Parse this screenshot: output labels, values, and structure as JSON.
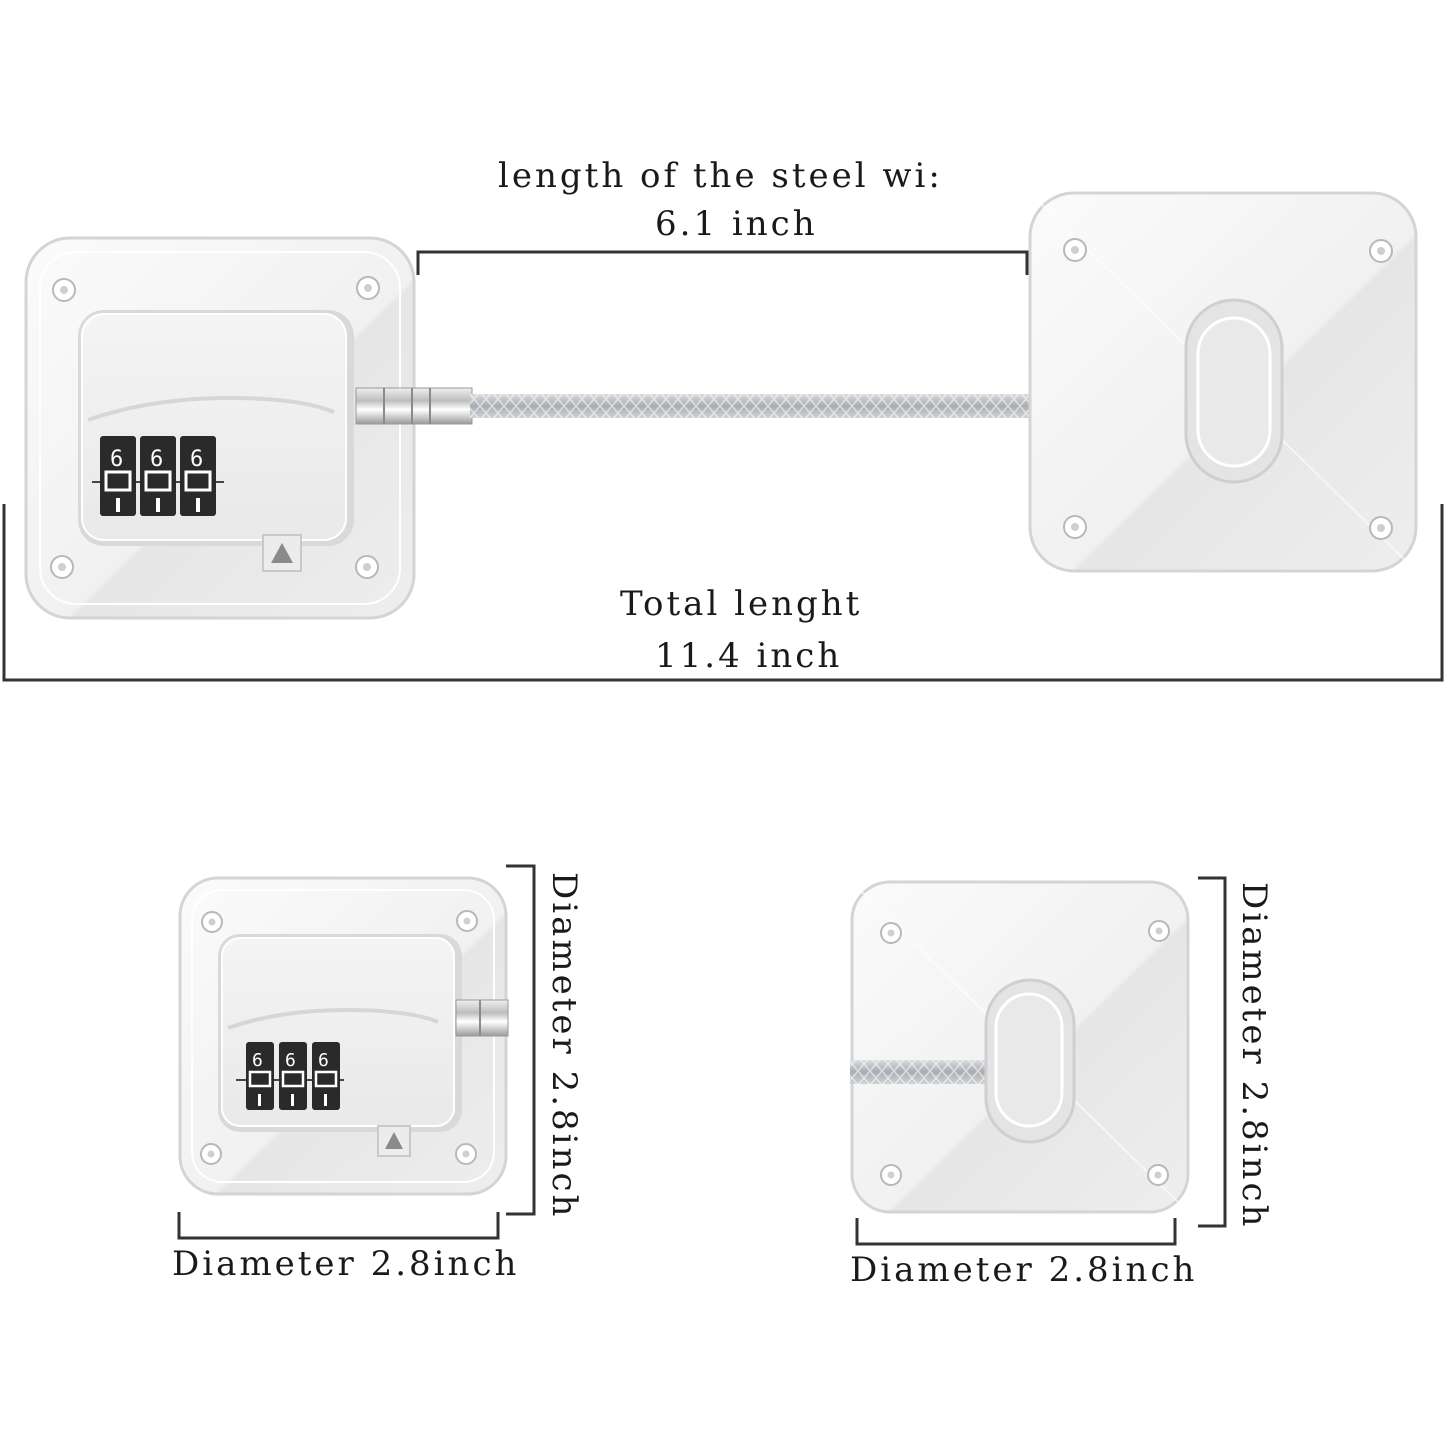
{
  "wire_length": {
    "title": "length of the steel wi:",
    "value": "6.1 inch"
  },
  "total_length": {
    "title": "Total lenght",
    "value": "11.4 inch"
  },
  "lock_unit": {
    "width_label": "Diameter 2.8inch",
    "height_label": "Diameter 2.8inch",
    "dial_digits": [
      "6",
      "6",
      "6"
    ]
  },
  "anchor_unit": {
    "width_label": "Diameter 2.8inch",
    "height_label": "Diameter 2.8inch"
  },
  "icons": [
    "combination-lock-icon",
    "cable-anchor-icon",
    "screw-hole-icon",
    "arrow-up-icon"
  ],
  "colors": {
    "background": "#ffffff",
    "plate": "#f4f4f4",
    "cable": "#b9bcc0",
    "dial": "#2a2a2a",
    "dimension_line": "#333333"
  }
}
